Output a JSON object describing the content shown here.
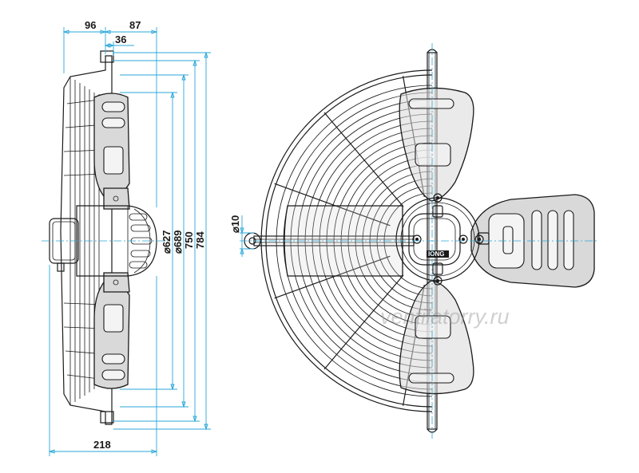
{
  "dimensions": {
    "top_left": "96",
    "top_right": "87",
    "top_inner": "36",
    "bottom_width": "218",
    "d627": "⌀627",
    "d689": "⌀689",
    "d750": "750",
    "d784": "784",
    "hole": "⌀10"
  },
  "watermark": "ventilatorry.ru",
  "badge": "IONG",
  "colors": {
    "dimension_line": "#2aa7d8",
    "outline": "#1a1a1a",
    "blade_fill": "#d9d9d9"
  }
}
